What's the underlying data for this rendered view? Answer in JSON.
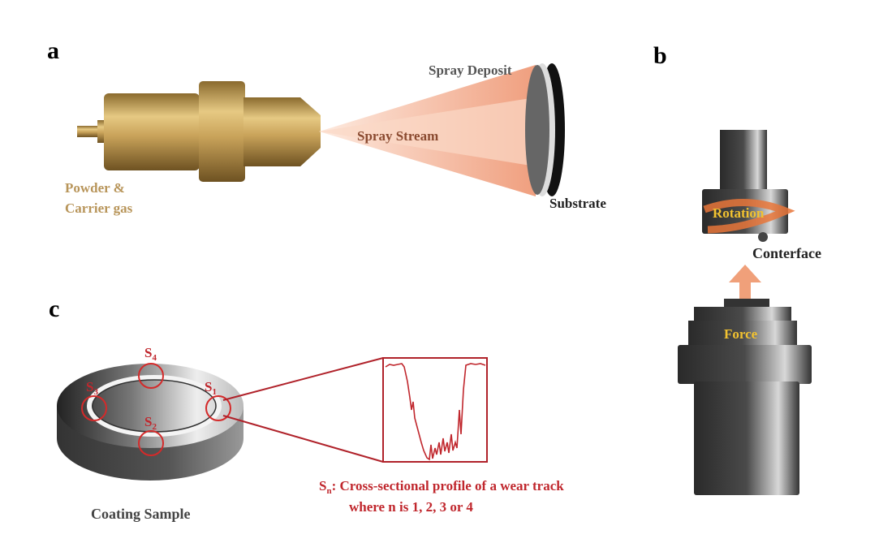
{
  "panels": {
    "a": {
      "letter": "a",
      "spray_deposit": "Spray Deposit",
      "spray_stream": "Spray Stream",
      "substrate": "Substrate",
      "powder_line1": "Powder &",
      "powder_line2": "Carrier gas"
    },
    "b": {
      "letter": "b",
      "rotation": "Rotation",
      "counterface": "Conterface",
      "force": "Force"
    },
    "c": {
      "letter": "c",
      "sites": [
        {
          "base": "S",
          "sub": "1"
        },
        {
          "base": "S",
          "sub": "2"
        },
        {
          "base": "S",
          "sub": "3"
        },
        {
          "base": "S",
          "sub": "4"
        }
      ],
      "caption_base": "S",
      "caption_sub": "n",
      "caption_line1_rest": ": Cross-sectional profile of a wear track",
      "caption_line2": "where n is 1, 2, 3 or 4",
      "sample_label": "Coating Sample"
    }
  },
  "colors": {
    "brass": "#b8955a",
    "spray": "#f0a07a",
    "annotation_red": "#c0272d",
    "label_yellow": "#f2c230",
    "dark": "#222222"
  }
}
